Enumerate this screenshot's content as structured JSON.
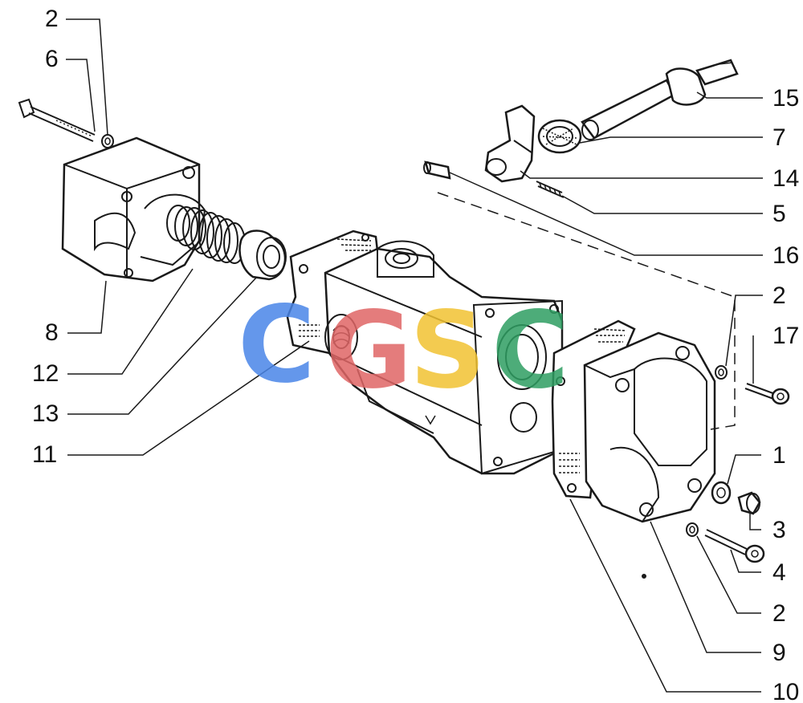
{
  "labels": {
    "l2a": "2",
    "l6": "6",
    "l8": "8",
    "l12": "12",
    "l13": "13",
    "l11": "11",
    "l15": "15",
    "l7": "7",
    "l14": "14",
    "l5": "5",
    "l16": "16",
    "l2b": "2",
    "l17": "17",
    "l1": "1",
    "l3": "3",
    "l4": "4",
    "l2c": "2",
    "l9": "9",
    "l10": "10"
  },
  "watermark": {
    "text": "CGSC"
  },
  "colors": {
    "line": "#1a1a1a",
    "wm_c1": "#4a86e8",
    "wm_g": "#e06666",
    "wm_s": "#f1c232",
    "wm_c2": "#2e9e62"
  }
}
